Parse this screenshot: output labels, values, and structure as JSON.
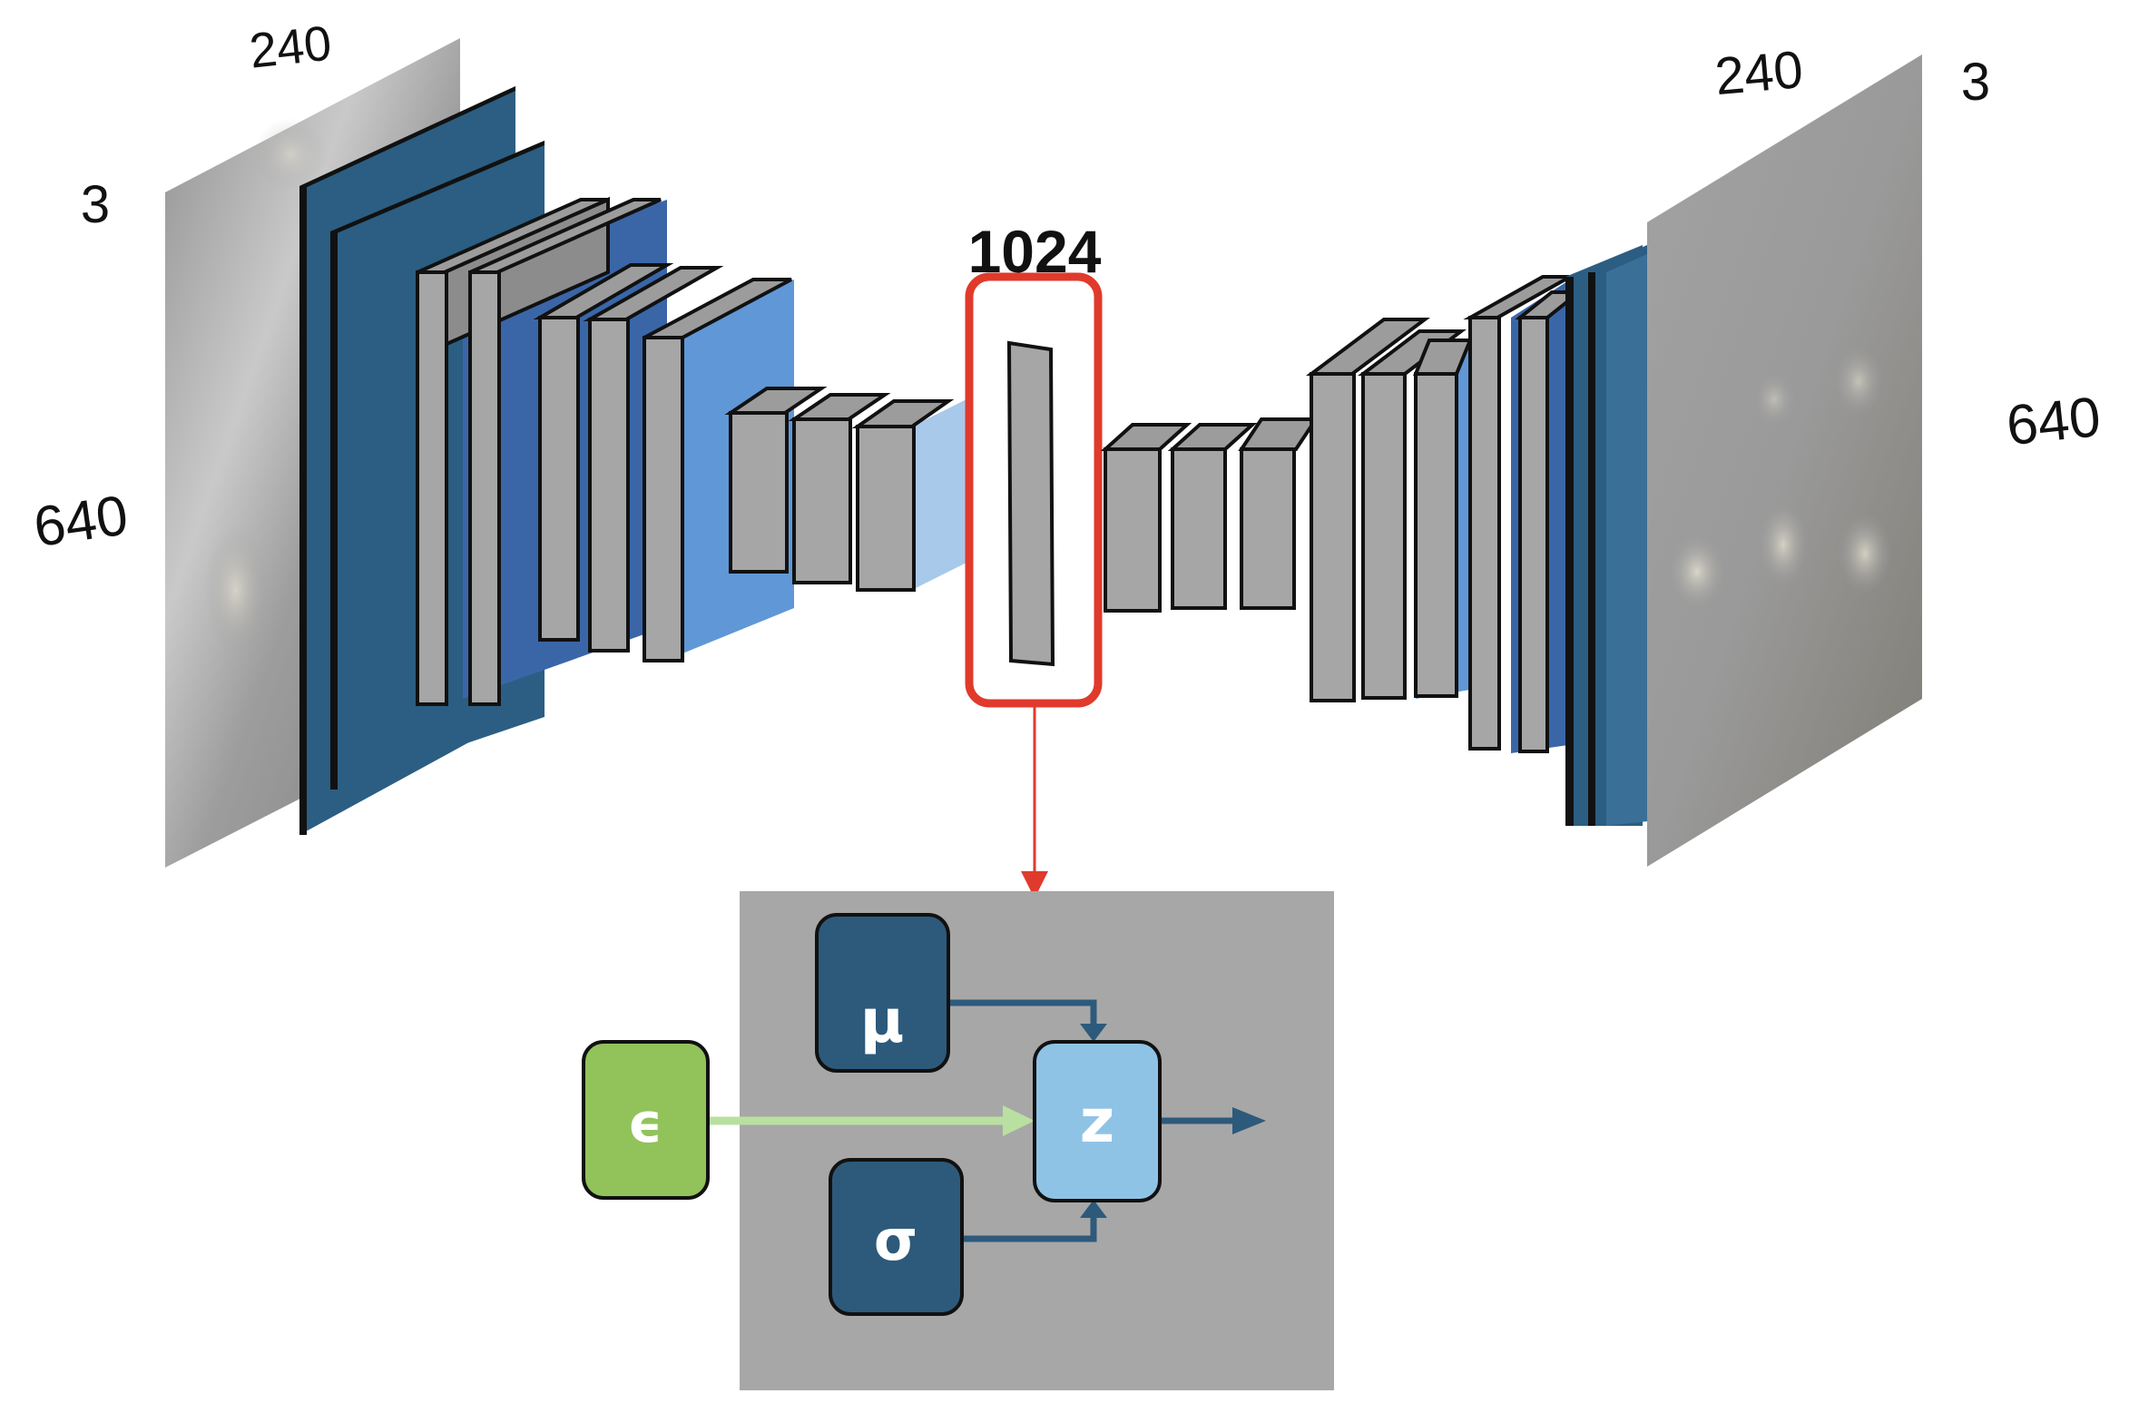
{
  "labels": {
    "input_channels": "3",
    "input_width": "240",
    "input_height": "640",
    "bottleneck": "1024",
    "output_width": "240",
    "output_channels": "3",
    "output_height": "640"
  },
  "latent": {
    "mu": "μ",
    "sigma": "σ",
    "epsilon": "ϵ",
    "z": "z"
  },
  "colors": {
    "block_gray": "#a6a6a6",
    "blue_dark": "#2b5e82",
    "blue_mid": "#3a66a8",
    "blue_light": "#6097d6",
    "blue_pale": "#a9c9ea",
    "highlight_red": "#e03a2c",
    "panel_gray": "#a7a7a7",
    "node_dark": "#2d5a7b",
    "node_green": "#92c35b",
    "node_z": "#8fc3e6",
    "arrow_green": "#b9e0a0"
  }
}
